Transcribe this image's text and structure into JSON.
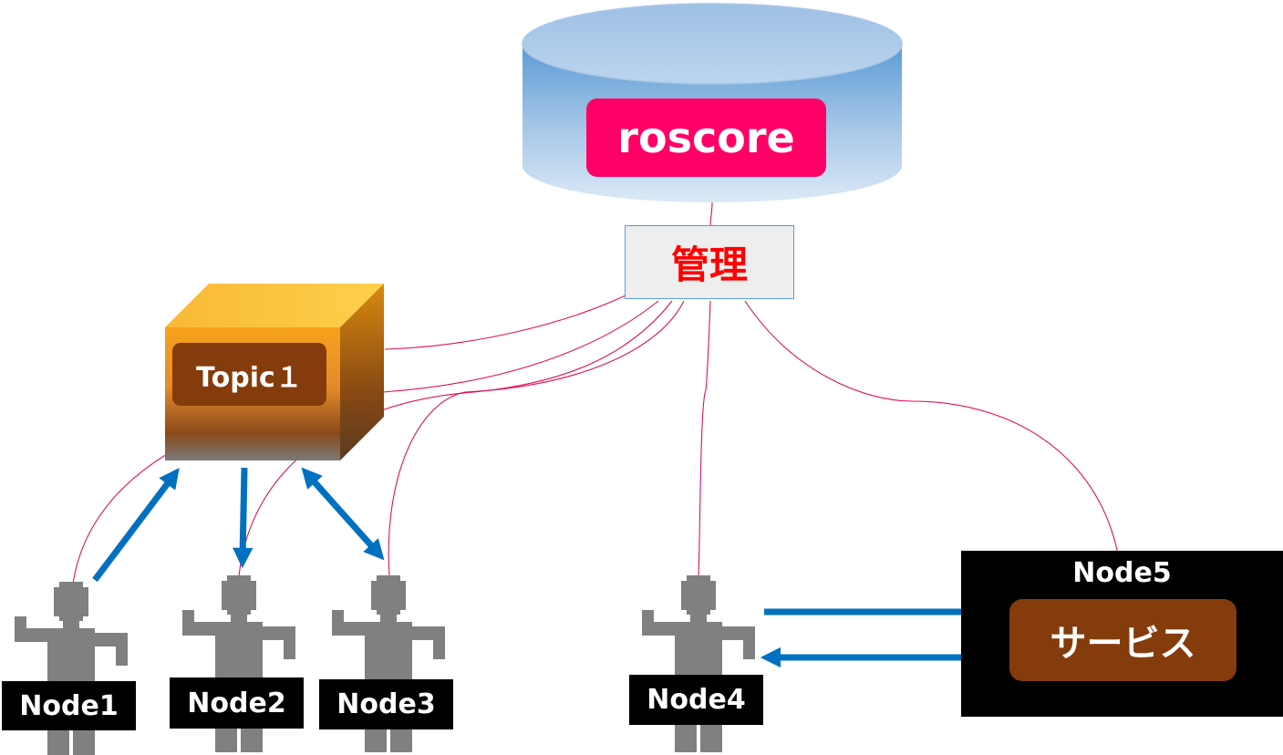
{
  "diagram": {
    "roscore": {
      "label": "roscore"
    },
    "manager": {
      "label": "管理"
    },
    "topic": {
      "label": "Topic１"
    },
    "nodes": [
      {
        "label": "Node1"
      },
      {
        "label": "Node2"
      },
      {
        "label": "Node3"
      },
      {
        "label": "Node4"
      },
      {
        "label": "Node5"
      }
    ],
    "service": {
      "label": "サービス"
    },
    "colors": {
      "roscore_label_bg": "#ff0066",
      "manager_text": "#ff0000",
      "connection_line": "#e0105a",
      "arrow": "#0070c0",
      "topic_label_bg": "#843c0c",
      "service_bg": "#843c0c",
      "node_figure": "#808080",
      "node_label_bg": "#000000"
    }
  }
}
